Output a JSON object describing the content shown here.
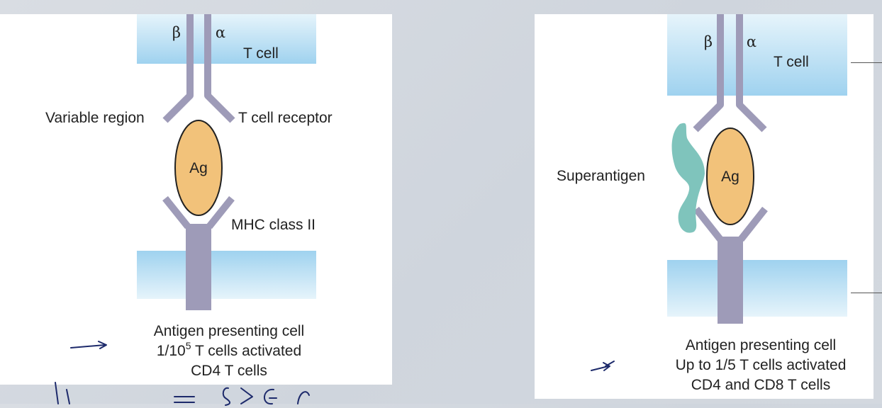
{
  "left_panel": {
    "beta": "β",
    "alpha": "α",
    "t_cell_label": "T cell",
    "variable_region_label": "Variable region",
    "tcr_label": "T cell receptor",
    "ag_label": "Ag",
    "mhc_label": "MHC class II",
    "caption_line1": "Antigen presenting cell",
    "caption_line2_base": "1/10",
    "caption_line2_sup": "5",
    "caption_line2_rest": " T cells activated",
    "caption_line3": "CD4 T cells"
  },
  "right_panel": {
    "beta": "β",
    "alpha": "α",
    "t_cell_label": "T cell",
    "superantigen_label": "Superantigen",
    "ag_label": "Ag",
    "caption_line1": "Antigen presenting cell",
    "caption_line2": "Up to 1/5 T cells activated",
    "caption_line3": "CD4 and CD8 T cells"
  },
  "colors": {
    "membrane_top": "#a8d6f0",
    "membrane_bottom": "#e6f4fb",
    "receptor": "#9e9bb8",
    "antigen_fill": "#f2c27a",
    "superantigen_fill": "#7fc4bc",
    "ink": "#1d2a6b"
  }
}
